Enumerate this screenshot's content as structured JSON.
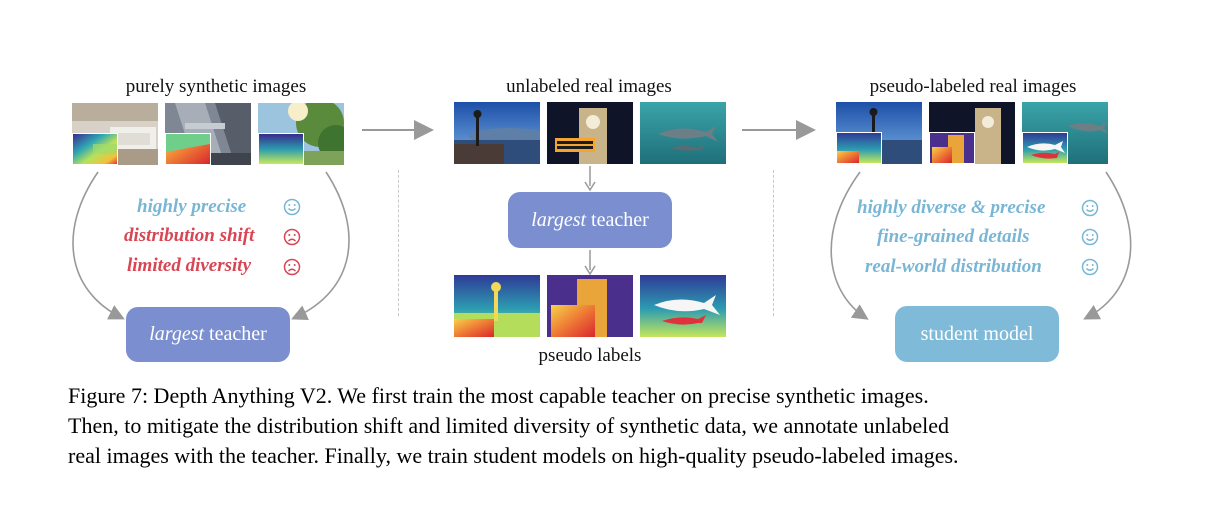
{
  "panels": {
    "synthetic": {
      "heading": "purely synthetic images",
      "properties": [
        {
          "text": "highly precise",
          "tone": "good"
        },
        {
          "text": "distribution shift",
          "tone": "bad"
        },
        {
          "text": "limited diversity",
          "tone": "bad"
        }
      ],
      "model": {
        "emphasis": "largest",
        "rest": "teacher"
      }
    },
    "unlabeled": {
      "heading": "unlabeled real images",
      "model": {
        "emphasis": "largest",
        "rest": "teacher"
      },
      "footer": "pseudo labels"
    },
    "pseudo_labeled": {
      "heading": "pseudo-labeled real images",
      "properties": [
        {
          "text": "highly diverse & precise",
          "tone": "good"
        },
        {
          "text": "fine-grained details",
          "tone": "good"
        },
        {
          "text": "real-world distribution",
          "tone": "good"
        }
      ],
      "model": {
        "label": "student model"
      }
    }
  },
  "colors": {
    "good": "#78b6d6",
    "bad": "#d84553",
    "teacher_box": "#7b8fd0",
    "student_box": "#7fbbd9",
    "arrow": "#999999"
  },
  "caption": [
    "Figure 7: Depth Anything V2. We first train the most capable teacher on precise synthetic images.",
    "Then, to mitigate the distribution shift and limited diversity of synthetic data, we annotate unlabeled",
    "real images with the teacher. Finally, we train student models on high-quality pseudo-labeled images."
  ]
}
